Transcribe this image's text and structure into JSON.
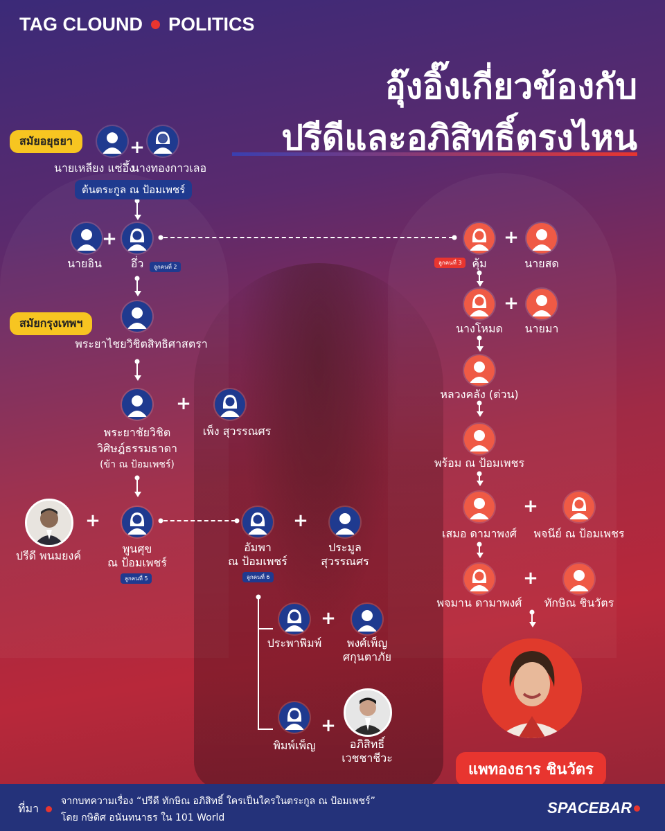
{
  "header": {
    "tag1": "TAG CLOUND",
    "tag2": "POLITICS"
  },
  "title": {
    "line1": "อุ๊งอิ๊งเกี่ยวข้องกับ",
    "line2": "ปรีดีและอภิสิทธิ์ตรงไหน"
  },
  "eras": {
    "ayutthaya": "สมัยอยุธยา",
    "bangkok": "สมัยกรุงเทพฯ"
  },
  "left": {
    "liang": "นายเหลียง แซ่อึ้ง",
    "thong": "นางทองกาวเลอ",
    "origin": "ต้นตระกูล ณ ป้อมเพชร์",
    "in": "นายอิน",
    "ueng": "อึ่ว",
    "ueng_badge": "ลูกคนที่ 2",
    "phraya1": "พระยาไชยวิชิตสิทธิศาสตรา",
    "phraya2_l1": "พระยาชัยวิชิต",
    "phraya2_l2": "วิศิษฎ์ธรรมธาดา",
    "phraya2_l3": "(ข้า ณ ป้อมเพชร์)",
    "phueng": "เพ็ง สุวรรณศร",
    "pridi": "ปรีดี พนมยงค์",
    "phoonsuk_l1": "พูนศุข",
    "phoonsuk_l2": "ณ ป้อมเพชร์",
    "phoonsuk_badge": "ลูกคนที่ 5",
    "umpa_l1": "อัมพา",
    "umpa_l2": "ณ ป้อมเพชร์",
    "umpa_badge": "ลูกคนที่ 6",
    "pramoon_l1": "ประมูล",
    "pramoon_l2": "สุวรรณศร",
    "prapim": "ประพาพิมพ์",
    "pongpen_l1": "พงศ์เพ็ญ",
    "pongpen_l2": "ศกุนตาภัย",
    "pimpen": "พิมพ์เพ็ญ",
    "abhisit_l1": "อภิสิทธิ์",
    "abhisit_l2": "เวชชาชีวะ"
  },
  "right": {
    "khum": "คุ้ม",
    "khum_badge": "ลูกคนที่ 3",
    "sod": "นายสด",
    "moad": "นางโหมด",
    "ma": "นายมา",
    "luang": "หลวงคลัง (ต่วน)",
    "prom": "พร้อม ณ ป้อมเพชร",
    "samer": "เสมอ ดามาพงศ์",
    "pojanee": "พจนีย์ ณ ป้อมเพชร",
    "pojaman": "พจมาน ดามาพงศ์",
    "thaksin": "ทักษิณ ชินวัตร",
    "paetongtarn": "แพทองธาร ชินวัตร"
  },
  "footer": {
    "source_label": "ที่มา",
    "line1": "จากบทความเรื่อง “ปรีดี ทักษิณ อภิสิทธิ์ ใครเป็นใครในตระกูล ณ ป้อมเพชร์”",
    "line2": "โดย กษิดิศ อนันทนาธร ใน 101 World",
    "brand": "SPACEBAR"
  },
  "colors": {
    "blue_avatar": "#1f3a8f",
    "red_avatar": "#ef5a45",
    "era": "#f7c521",
    "accent": "#e8352f"
  }
}
